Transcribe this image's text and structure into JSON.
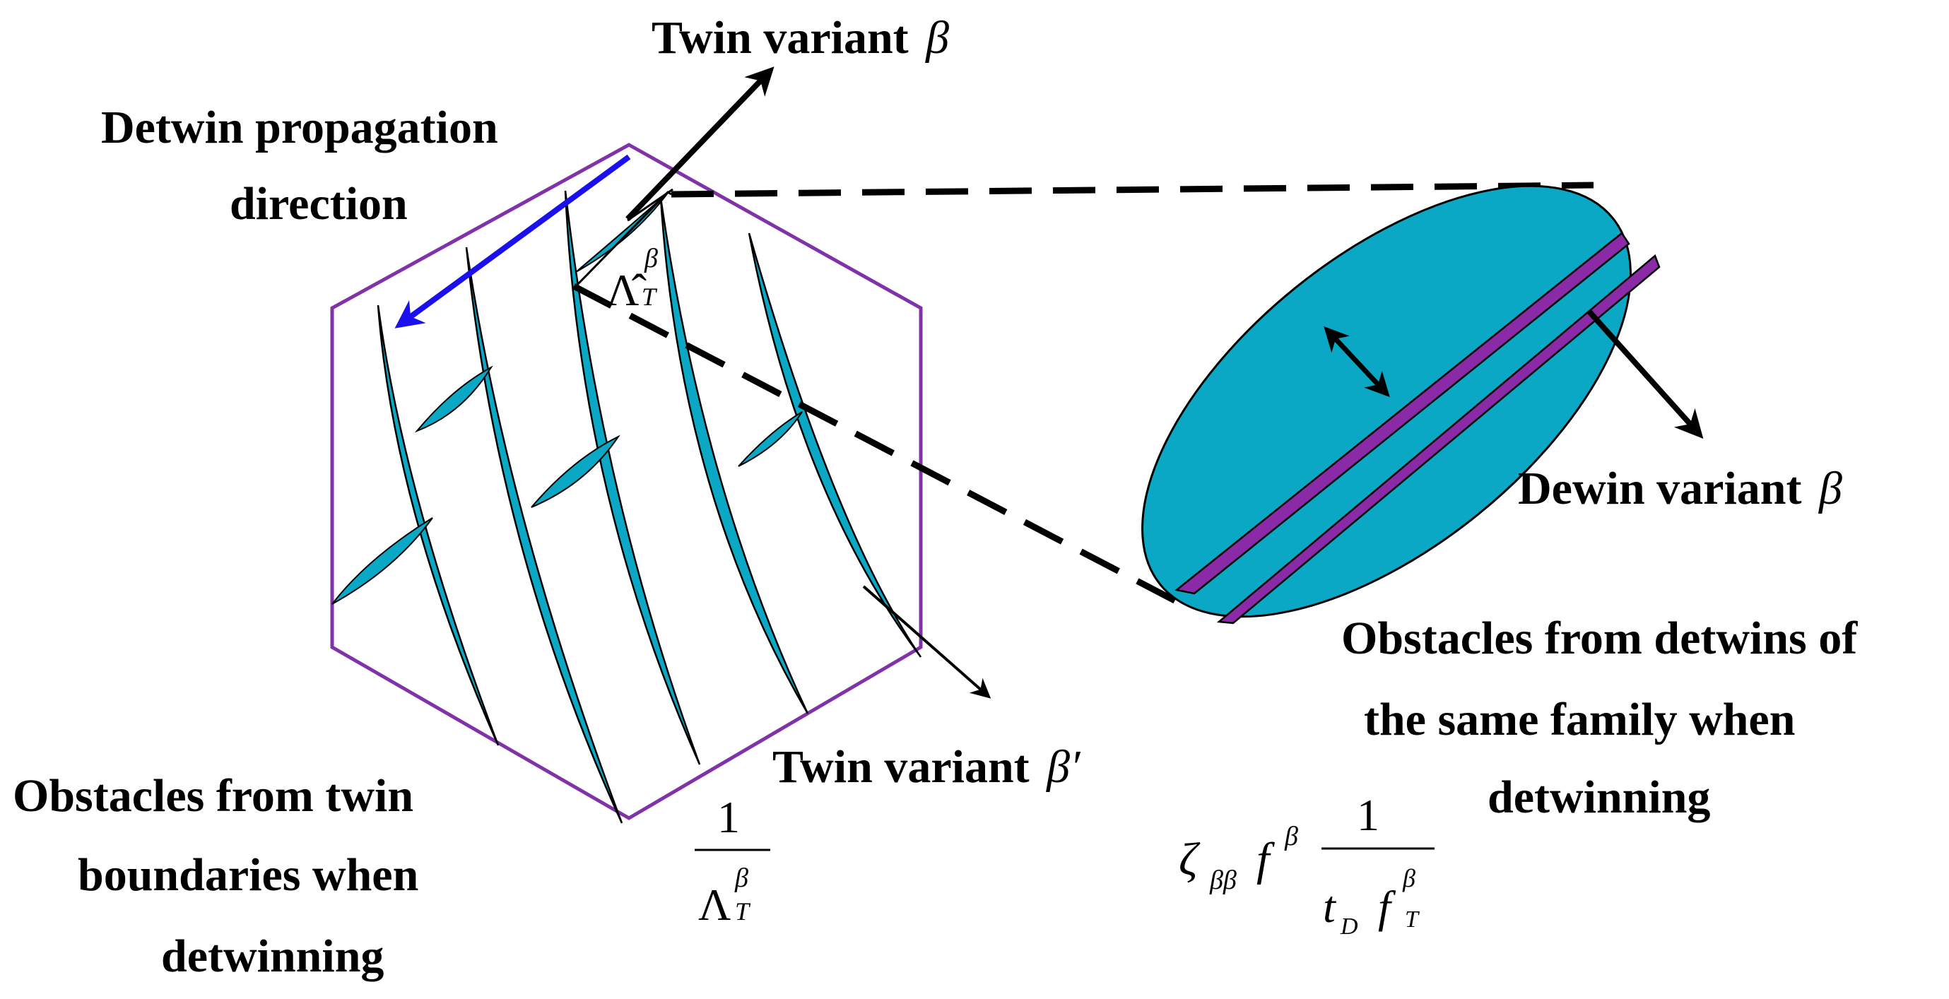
{
  "labels": {
    "twin_variant_top": "Twin variant",
    "twin_variant_top_sym": "β",
    "detwin_direction_line1": "Detwin propagation",
    "detwin_direction_line2": "direction",
    "dewin_variant": "Dewin variant",
    "dewin_variant_sym": "β",
    "twin_variant_bottom": "Twin variant",
    "twin_variant_bottom_sym": "β′",
    "obstacles_twin_line1": "Obstacles from twin",
    "obstacles_twin_line2": "boundaries when",
    "obstacles_twin_line3": "detwinning",
    "obstacles_detwin_line1": "Obstacles from detwins  of",
    "obstacles_detwin_line2": "the same family when",
    "obstacles_detwin_line3": "detwinning"
  },
  "math": {
    "lambda_hat": "Λ̂",
    "lambda_hat_sup": "β",
    "lambda_hat_sub": "T",
    "frac1_num": "1",
    "frac1_den": "Λ",
    "frac1_den_sup": "β",
    "frac1_den_sub": "T",
    "zeta": "ζ",
    "zeta_sub": "ββ",
    "f": "f",
    "f_sup": "β",
    "frac2_num": "1",
    "frac2_den_t": "t",
    "frac2_den_t_sub": "D",
    "frac2_den_f": "f",
    "frac2_den_f_sup": "β",
    "frac2_den_f_sub": "T"
  },
  "colors": {
    "hexagon": "#8033a8",
    "twin": "#0aa8c4",
    "detwin_band": "#8a2aa6",
    "direction_arrow": "#1a10ee",
    "ink": "#000000"
  }
}
